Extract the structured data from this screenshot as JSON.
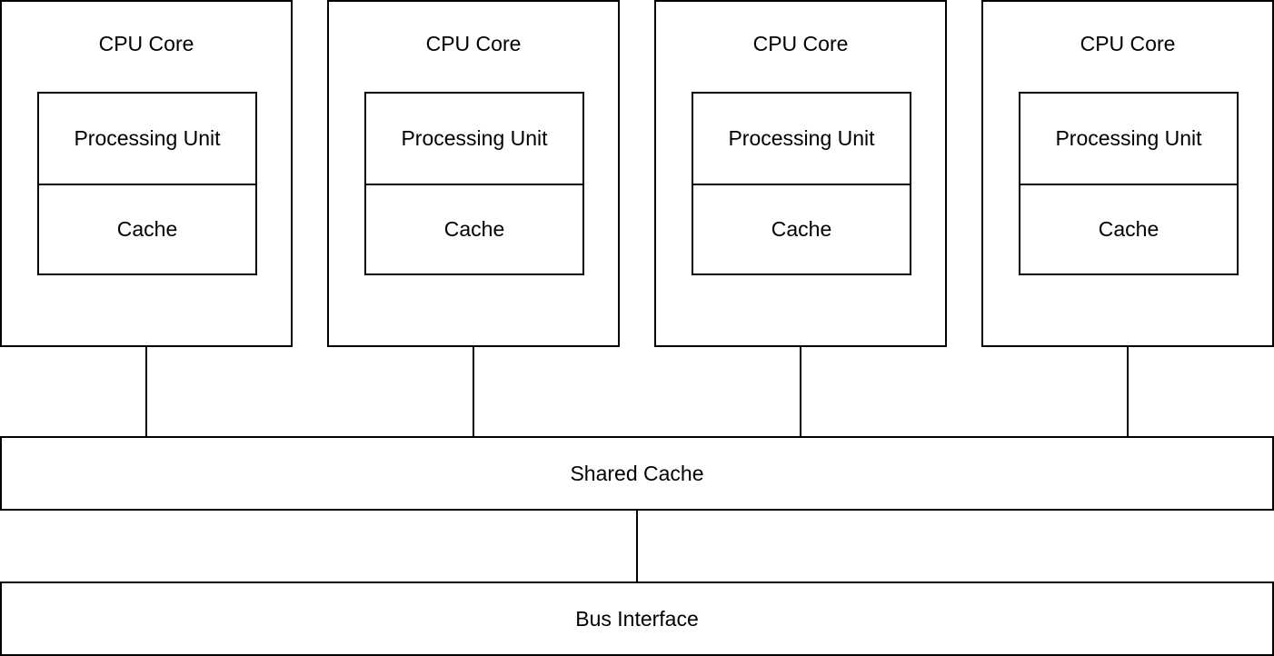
{
  "cores": [
    {
      "title": "CPU Core",
      "processing_unit": "Processing Unit",
      "cache": "Cache"
    },
    {
      "title": "CPU Core",
      "processing_unit": "Processing Unit",
      "cache": "Cache"
    },
    {
      "title": "CPU Core",
      "processing_unit": "Processing Unit",
      "cache": "Cache"
    },
    {
      "title": "CPU Core",
      "processing_unit": "Processing Unit",
      "cache": "Cache"
    }
  ],
  "shared_cache": {
    "label": "Shared Cache"
  },
  "bus_interface": {
    "label": "Bus Interface"
  },
  "colors": {
    "stroke": "#000000",
    "fill": "#ffffff"
  }
}
